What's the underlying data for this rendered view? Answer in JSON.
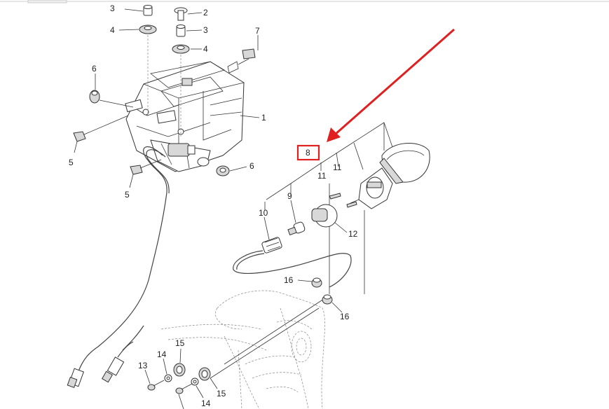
{
  "callouts": {
    "c1": "1",
    "c2": "2",
    "c3a": "3",
    "c3b": "3",
    "c4a": "4",
    "c4b": "4",
    "c5a": "5",
    "c5b": "5",
    "c6a": "6",
    "c6b": "6",
    "c7": "7",
    "c8": "8",
    "c9": "9",
    "c10": "10",
    "c11a": "11",
    "c11b": "11",
    "c12": "12",
    "c13": "13",
    "c14a": "14",
    "c14b": "14",
    "c15a": "15",
    "c15b": "15",
    "c16a": "16",
    "c16b": "16"
  },
  "highlight": {
    "arrow_color": "#e02020",
    "box_color": "#e02020",
    "target": "8"
  }
}
